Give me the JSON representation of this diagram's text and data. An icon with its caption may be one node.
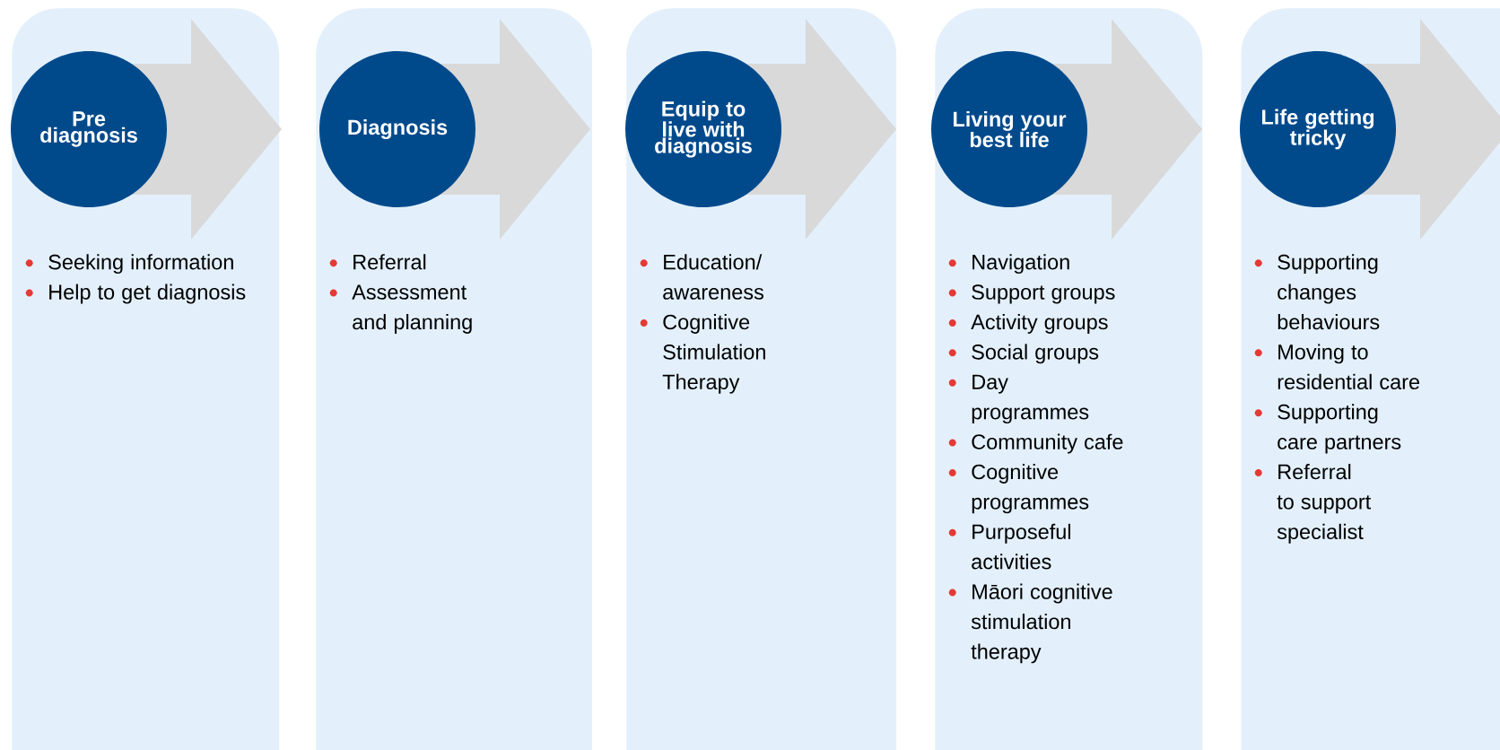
{
  "diagram": {
    "nodes": [
      {
        "text": [
          "Seeking information",
          "Help to get diagnosis"
        ]
      },
      {
        "text": [
          "Pre diagnosis"
        ],
        "in": 0
      },
      {
        "text": [
          "Referral",
          "Assessment and planning"
        ]
      },
      {
        "text": [
          "Diagnosis"
        ],
        "in": 2
      },
      {
        "text": [
          "Education/ awareness",
          "Cognitive Stimulation Therapy"
        ]
      },
      {
        "text": [
          "Equip to live with diagnosis"
        ],
        "in": 4
      },
      {
        "text": [
          "Navigation",
          "Support groups",
          "Activity groups",
          "Social groups",
          "Day programmes",
          "Community cafe",
          "Cognitive programmes",
          "Purposeful activities",
          "Māori cognitive stimulation therapy"
        ]
      },
      {
        "text": [
          "Living your best life"
        ],
        "in": 6
      },
      {
        "text": [
          "Supporting changes behaviours",
          "Moving to residential care",
          "Supporting care partners",
          "Referral to support specialist"
        ]
      },
      {
        "text": [
          "Life getting tricky"
        ],
        "in": 8
      }
    ],
    "edges": [
      {
        "from": 1,
        "to": 3,
        "arrow": "to"
      },
      {
        "from": 3,
        "to": 5,
        "arrow": "to"
      },
      {
        "from": 5,
        "to": 7,
        "arrow": "to"
      },
      {
        "from": 7,
        "to": 9,
        "arrow": "to"
      },
      {
        "from": 9,
        "to": null,
        "arrow": "to"
      }
    ]
  }
}
